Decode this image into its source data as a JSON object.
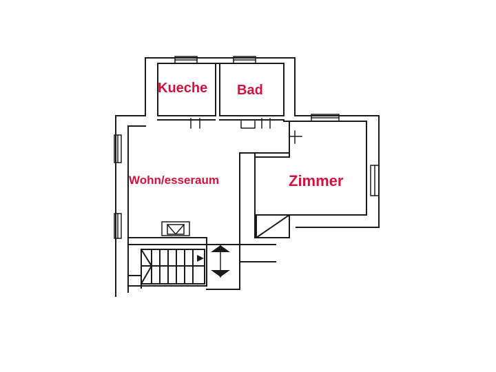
{
  "floorplan": {
    "rooms": [
      {
        "id": "kueche",
        "label": "Kueche"
      },
      {
        "id": "bad",
        "label": "Bad"
      },
      {
        "id": "wohn",
        "label": "Wohn/esseraum"
      },
      {
        "id": "zimmer",
        "label": "Zimmer"
      }
    ]
  },
  "colors": {
    "wall": "#1a1a1a",
    "label": "#d4103f",
    "background": "#ffffff"
  }
}
